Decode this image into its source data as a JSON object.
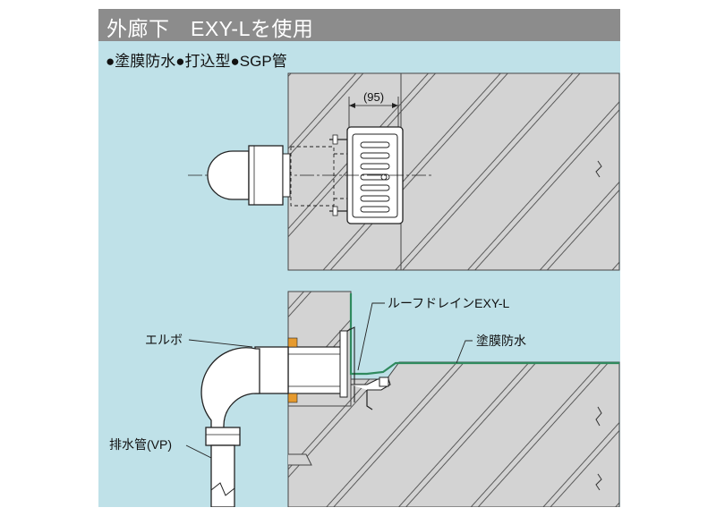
{
  "header": {
    "title": "外廊下　EXY-Lを使用"
  },
  "subtitle": "●塗膜防水●打込型●SGP管",
  "dimension": {
    "width_label": "(95)"
  },
  "labels": {
    "roof_drain": "ルーフドレインEXY-L",
    "coating": "塗膜防水",
    "elbow": "エルボ",
    "drain_pipe": "排水管(VP)"
  },
  "colors": {
    "panel": "#bfe1e8",
    "header": "#8c8c8c",
    "concrete": "#d3d3d3",
    "membrane": "#2f8a5e",
    "gasket": "#e69a2e"
  }
}
